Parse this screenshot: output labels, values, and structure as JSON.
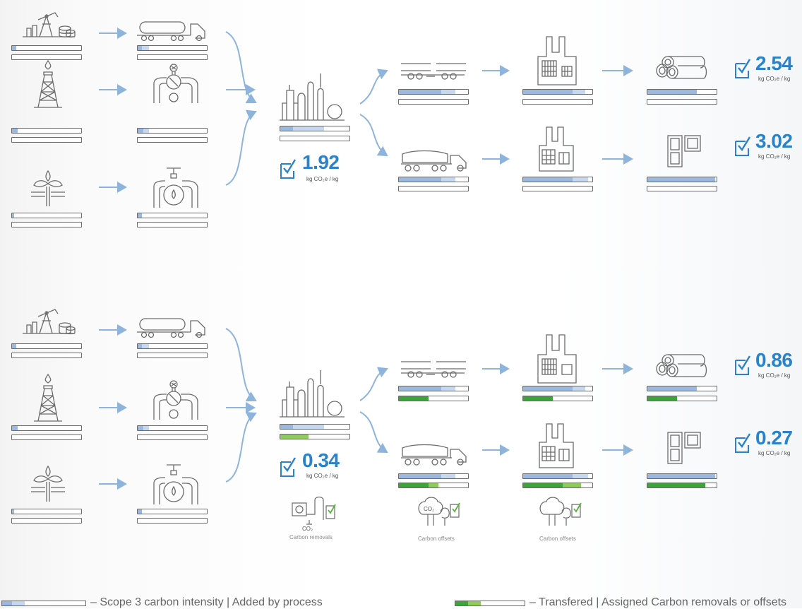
{
  "colors": {
    "arrow": "#8eb4dc",
    "icon": "#6b6b6b",
    "bar_light": "#c6d8ef",
    "bar_mid": "#9cb8de",
    "bar_dark": "#7aa0d2",
    "green_dark": "#3fa33c",
    "green_light": "#8ecb5c",
    "value": "#2a82c8"
  },
  "icons": {
    "oil_pump": "oil-pump-icon",
    "derrick": "oil-derrick-icon",
    "gas_source": "gas-flame-plant-icon",
    "tanker_truck": "tanker-truck-icon",
    "pipe_valve": "pipe-valve-icon",
    "refinery": "refinery-icon",
    "rail": "rail-car-icon",
    "dump_truck": "dump-truck-icon",
    "factory": "factory-icon",
    "pipes": "pipe-bundle-icon",
    "window": "window-frame-icon",
    "removal": "carbon-removal-icon",
    "trees": "tree-offset-icon"
  },
  "top": {
    "refinery_value": "1.92",
    "refinery_unit": "kg CO₂e / kg",
    "pipes_value": "2.54",
    "pipes_unit": "kg CO₂e / kg",
    "window_value": "3.02",
    "window_unit": "kg CO₂e / kg"
  },
  "bottom": {
    "refinery_value": "0.34",
    "refinery_unit": "kg CO₂e / kg",
    "pipes_value": "0.86",
    "pipes_unit": "kg CO₂e / kg",
    "window_value": "0.27",
    "window_unit": "kg CO₂e / kg",
    "removal_co2": "CO₂",
    "removal_caption": "Carbon removals",
    "offsets_co2": "CO₂",
    "offsets_caption_1": "Carbon offsets",
    "offsets_caption_2": "Carbon offsets"
  },
  "legend": {
    "scope3": "– Scope 3 carbon intensity | Added by process",
    "transfer": "– Transfered | Assigned Carbon removals or offsets"
  }
}
